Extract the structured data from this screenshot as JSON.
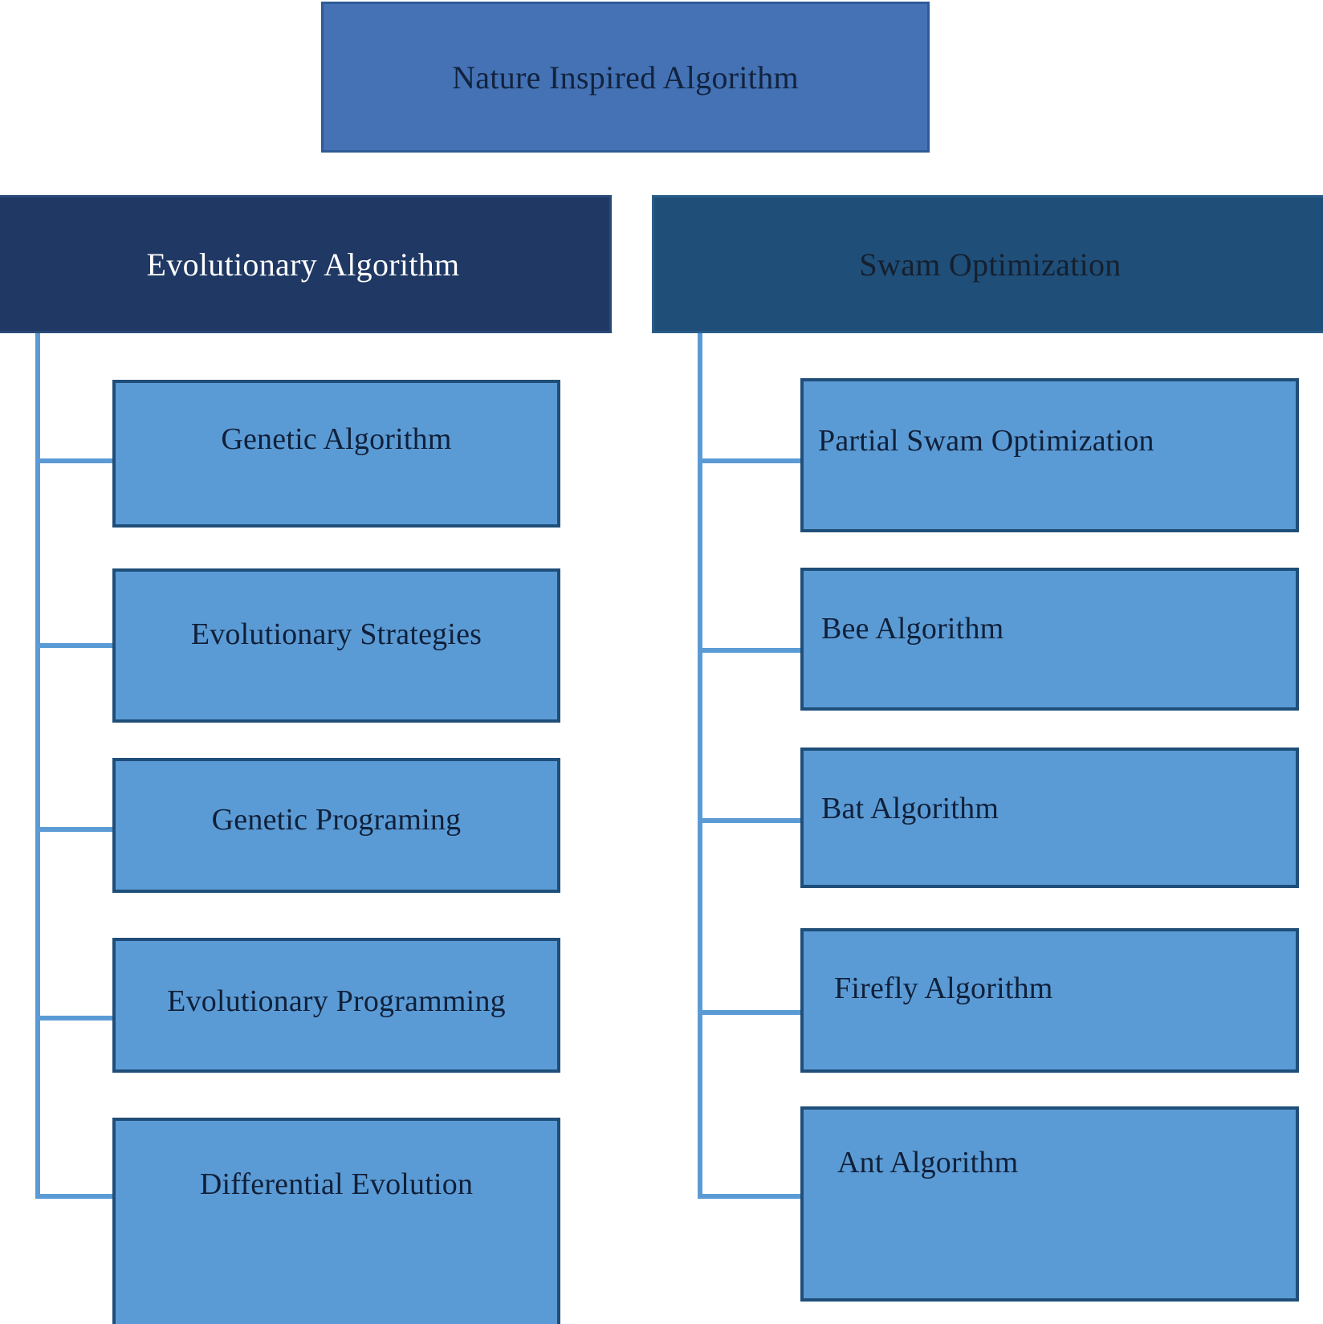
{
  "diagram": {
    "title": "Nature Inspired Algorithm",
    "colors": {
      "root_fill": "#4472b4",
      "left_branch_fill": "#1f3864",
      "right_branch_fill": "#1f4e79",
      "leaf_fill": "#5b9bd5",
      "leaf_border": "#1f4e79",
      "connector": "#5b9bd5",
      "page_background": "#ffffff"
    },
    "root": {
      "label": "Nature Inspired Algorithm"
    },
    "branches": [
      {
        "label": "Evolutionary Algorithm",
        "children": [
          {
            "label": "Genetic Algorithm"
          },
          {
            "label": "Evolutionary Strategies"
          },
          {
            "label": "Genetic Programing"
          },
          {
            "label": "Evolutionary Programming"
          },
          {
            "label": "Differential Evolution"
          }
        ]
      },
      {
        "label": "Swam Optimization",
        "children": [
          {
            "label": "Partial Swam Optimization"
          },
          {
            "label": "Bee Algorithm"
          },
          {
            "label": "Bat Algorithm"
          },
          {
            "label": "Firefly Algorithm"
          },
          {
            "label": "Ant Algorithm"
          }
        ]
      }
    ]
  }
}
